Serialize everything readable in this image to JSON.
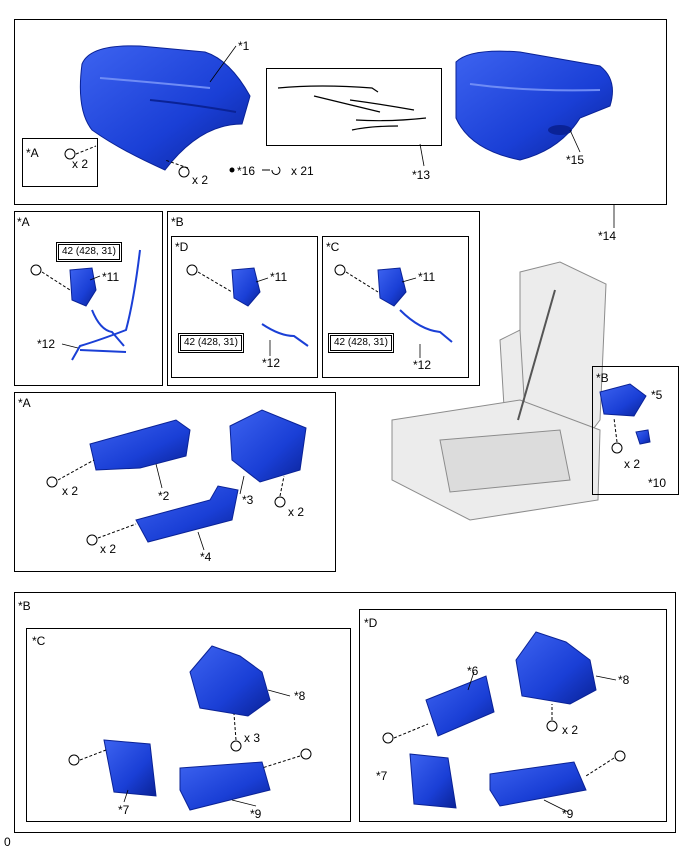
{
  "labels": {
    "n1": "*1",
    "n2": "*2",
    "n3": "*3",
    "n4": "*4",
    "n5": "*5",
    "n6": "*6",
    "n7": "*7",
    "n8": "*8",
    "n9": "*9",
    "n10": "*10",
    "n11": "*11",
    "n12": "*12",
    "n13": "*13",
    "n14": "*14",
    "n15": "*15",
    "n16": "*16",
    "a": "*A",
    "b": "*B",
    "c": "*C",
    "d": "*D"
  },
  "quantities": {
    "x2": "x 2",
    "x3": "x 3",
    "x21": "x 21"
  },
  "torque": "42 (428, 31)",
  "footer_mark": "0",
  "colors": {
    "part_blue": "#1a3fd6",
    "part_dark": "#0a2296",
    "line": "#000000",
    "frame_gray": "#d9d9d9"
  }
}
